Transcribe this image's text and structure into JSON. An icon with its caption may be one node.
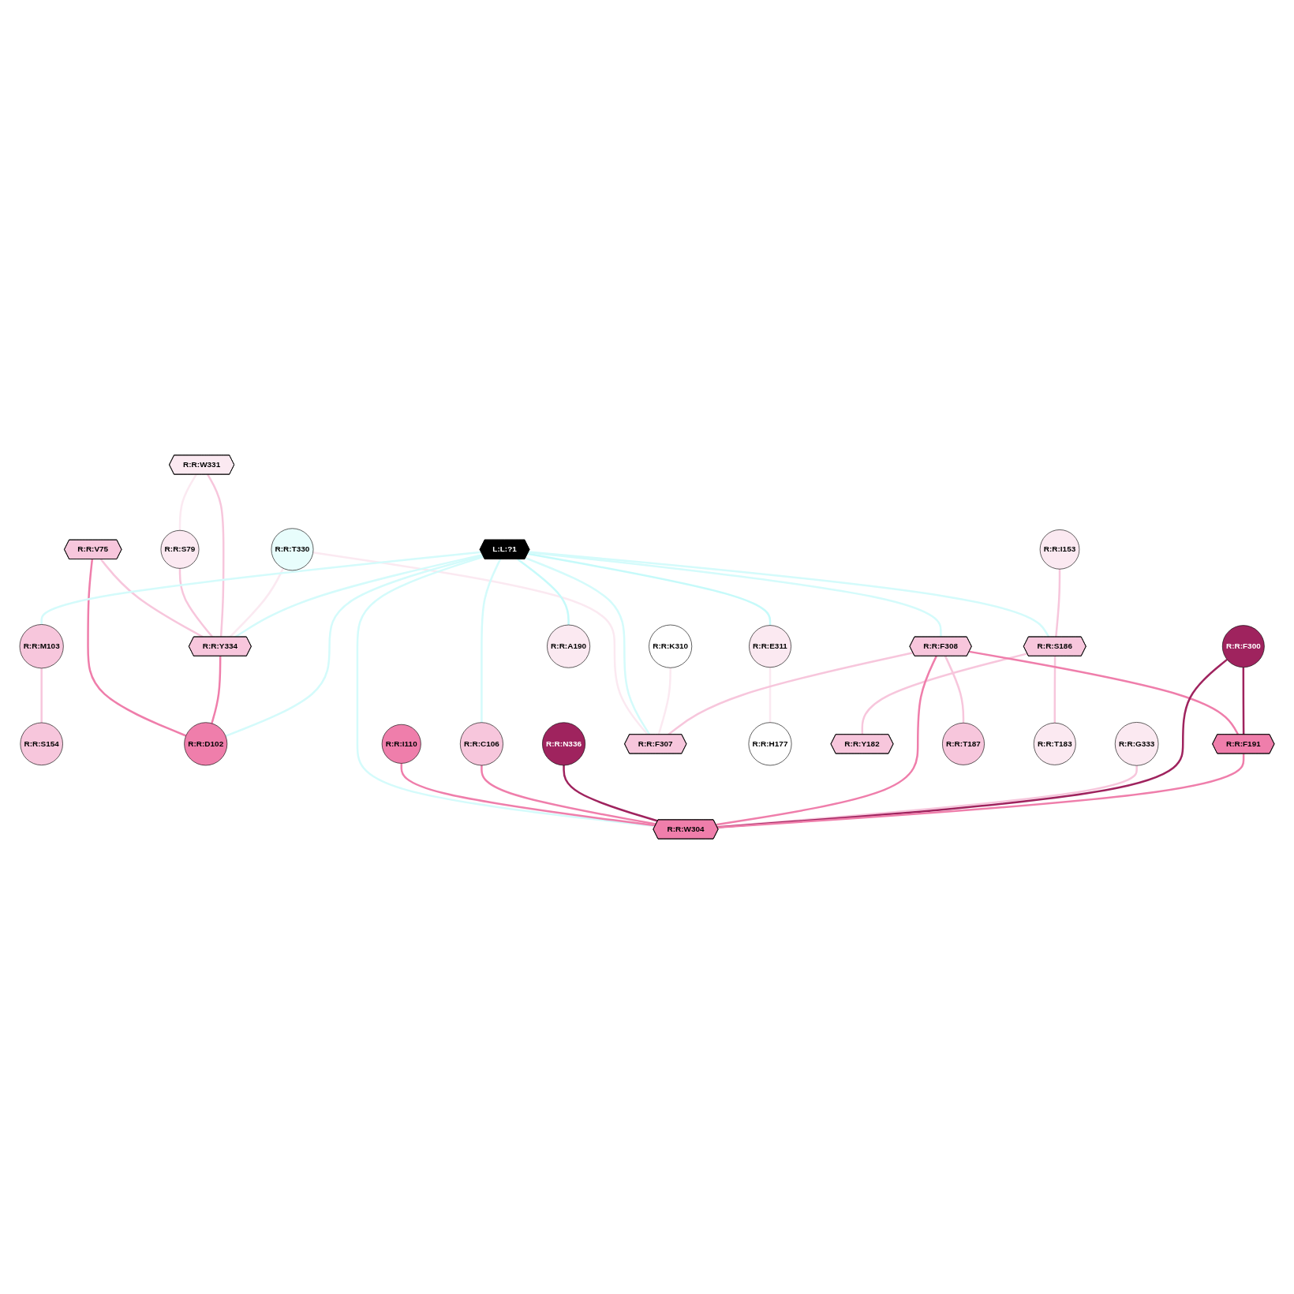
{
  "diagram": {
    "nodes": [
      {
        "text": [
          "L:L:?1"
        ]
      },
      {
        "text": [
          "R:R:V75"
        ]
      },
      {
        "text": [
          "R:R:W331"
        ]
      },
      {
        "text": [
          "R:R:S79"
        ]
      },
      {
        "text": [
          "R:R:T330"
        ]
      },
      {
        "text": [
          "R:R:S154"
        ]
      },
      {
        "text": [
          "R:R:D102"
        ]
      },
      {
        "text": [
          "R:R:Y334"
        ]
      },
      {
        "text": [
          "R:R:M103"
        ]
      },
      {
        "text": [
          "R:R:K310"
        ]
      },
      {
        "text": [
          "R:R:I110"
        ]
      },
      {
        "text": [
          "R:R:E311"
        ]
      },
      {
        "text": [
          "R:R:C106"
        ]
      },
      {
        "text": [
          "R:R:N336"
        ]
      },
      {
        "text": [
          "R:R:I153"
        ]
      },
      {
        "text": [
          "R:R:F308"
        ]
      },
      {
        "text": [
          "R:R:S186"
        ]
      },
      {
        "text": [
          "R:R:G333"
        ]
      },
      {
        "text": [
          "R:R:F307"
        ]
      },
      {
        "text": [
          "R:R:H177"
        ]
      },
      {
        "text": [
          "R:R:A190"
        ]
      },
      {
        "text": [
          "R:R:W304"
        ]
      },
      {
        "text": [
          "R:R:F300"
        ]
      },
      {
        "text": [
          "R:R:Y182"
        ]
      },
      {
        "text": [
          "R:R:F191"
        ]
      },
      {
        "text": [
          "R:R:T187"
        ]
      },
      {
        "text": [
          "R:R:T183"
        ]
      }
    ],
    "edges": [
      {
        "from": 2,
        "to": 3,
        "arrow": "none",
        "color": "#fbe9f1"
      },
      {
        "from": 1,
        "to": 6,
        "arrow": "none",
        "color": "#ef7eab"
      },
      {
        "from": 1,
        "to": 7,
        "arrow": "none",
        "color": "#f7c6dc"
      },
      {
        "from": 3,
        "to": 7,
        "arrow": "none",
        "color": "#f7c6dc"
      },
      {
        "from": 2,
        "to": 7,
        "arrow": "none",
        "color": "#f7c6dc"
      },
      {
        "from": 4,
        "to": 7,
        "arrow": "none",
        "color": "#fbe9f1"
      },
      {
        "from": 4,
        "to": 18,
        "arrow": "none",
        "color": "#fbe9f1"
      },
      {
        "from": 7,
        "to": 6,
        "arrow": "none",
        "color": "#ef7eab"
      },
      {
        "from": 8,
        "to": 5,
        "arrow": "none",
        "color": "#f7c6dc"
      },
      {
        "from": 0,
        "to": 7,
        "arrow": "none",
        "color": "#d4fbfb"
      },
      {
        "from": 0,
        "to": 6,
        "arrow": "none",
        "color": "#d4fbfb"
      },
      {
        "from": 0,
        "to": 8,
        "arrow": "none",
        "color": "#d4fbfb"
      },
      {
        "from": 0,
        "to": 11,
        "arrow": "none",
        "color": "#c6fafa"
      },
      {
        "from": 0,
        "to": 12,
        "arrow": "none",
        "color": "#d4fbfb"
      },
      {
        "from": 0,
        "to": 15,
        "arrow": "none",
        "color": "#d4fbfb"
      },
      {
        "from": 0,
        "to": 16,
        "arrow": "none",
        "color": "#d4fbfb"
      },
      {
        "from": 0,
        "to": 18,
        "arrow": "none",
        "color": "#d4fbfb"
      },
      {
        "from": 0,
        "to": 21,
        "arrow": "none",
        "color": "#d4fbfb"
      },
      {
        "from": 0,
        "to": 20,
        "arrow": "none",
        "color": "#c6fafa"
      },
      {
        "from": 9,
        "to": 18,
        "arrow": "none",
        "color": "#fbe9f1"
      },
      {
        "from": 11,
        "to": 19,
        "arrow": "none",
        "color": "#fbe9f1"
      },
      {
        "from": 10,
        "to": 21,
        "arrow": "none",
        "color": "#ef7eab"
      },
      {
        "from": 12,
        "to": 21,
        "arrow": "none",
        "color": "#ef7eab"
      },
      {
        "from": 13,
        "to": 21,
        "arrow": "none",
        "color": "#9f235e"
      },
      {
        "from": 14,
        "to": 16,
        "arrow": "none",
        "color": "#f7c6dc"
      },
      {
        "from": 16,
        "to": 23,
        "arrow": "none",
        "color": "#f7c6dc"
      },
      {
        "from": 16,
        "to": 26,
        "arrow": "none",
        "color": "#f7c6dc"
      },
      {
        "from": 15,
        "to": 18,
        "arrow": "none",
        "color": "#f7c6dc"
      },
      {
        "from": 15,
        "to": 21,
        "arrow": "none",
        "color": "#ef7eab"
      },
      {
        "from": 15,
        "to": 24,
        "arrow": "none",
        "color": "#ef7eab"
      },
      {
        "from": 15,
        "to": 25,
        "arrow": "none",
        "color": "#f7c6dc"
      },
      {
        "from": 17,
        "to": 21,
        "arrow": "none",
        "color": "#f7c6dc"
      },
      {
        "from": 22,
        "to": 21,
        "arrow": "none",
        "color": "#9f235e"
      },
      {
        "from": 22,
        "to": 24,
        "arrow": "none",
        "color": "#9f235e"
      },
      {
        "from": 24,
        "to": 21,
        "arrow": "none",
        "color": "#ef7eab"
      }
    ]
  }
}
